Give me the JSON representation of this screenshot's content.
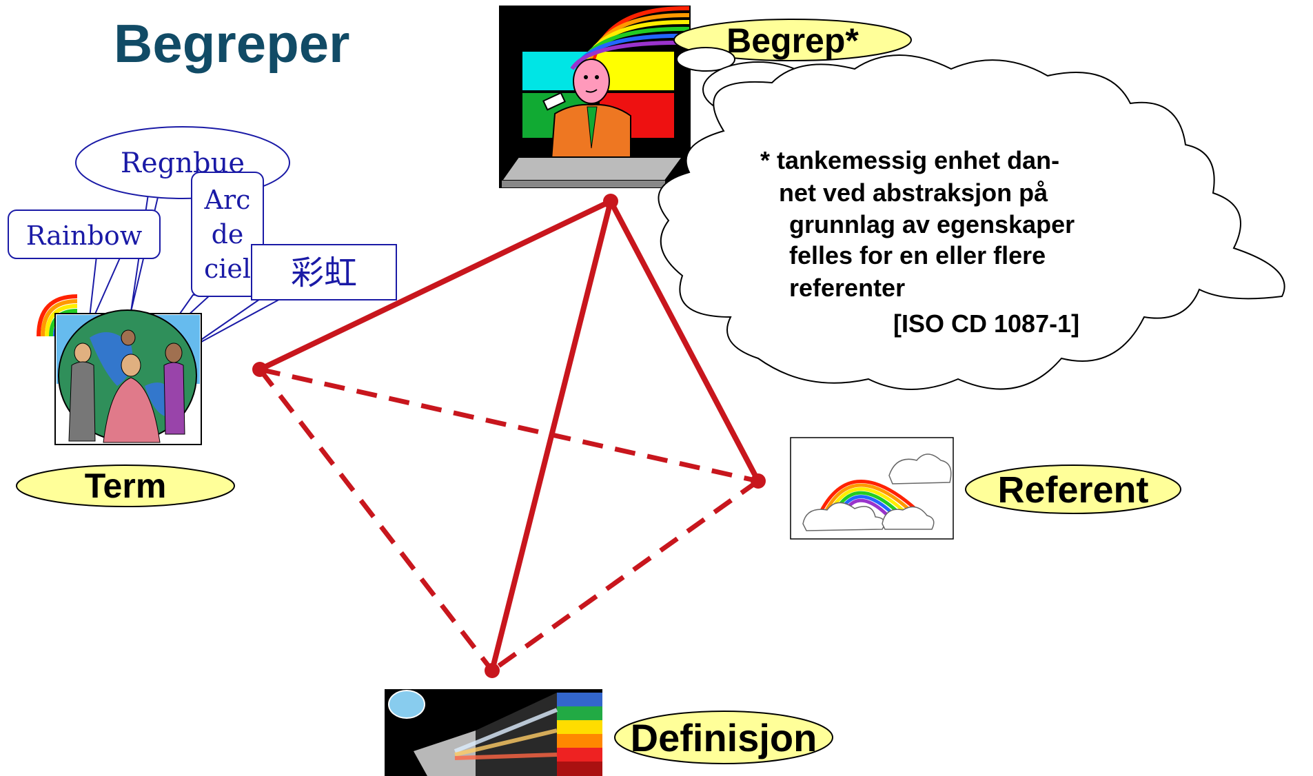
{
  "title": "Begreper",
  "nodes": {
    "concept": "Begrep*",
    "term": "Term",
    "referent": "Referent",
    "definition": "Definisjon"
  },
  "term_bubbles": {
    "norwegian": "Regnbue",
    "english": "Rainbow",
    "french_line1": "Arc",
    "french_line2": "de",
    "french_line3": "ciel",
    "chinese": "彩虹"
  },
  "concept_definition": {
    "line1": "* tankemessig enhet dan-",
    "line2": "net ved abstraksjon på",
    "line3": "grunnlag av egenskaper",
    "line4": "felles for en eller flere",
    "line5": "referenter",
    "source": "[ISO CD 1087-1]"
  },
  "colors": {
    "title": "#114b66",
    "edge": "#c8161d",
    "label_fill": "#ffff99",
    "bubble_text": "#1a1aa6",
    "outline": "#000000"
  }
}
